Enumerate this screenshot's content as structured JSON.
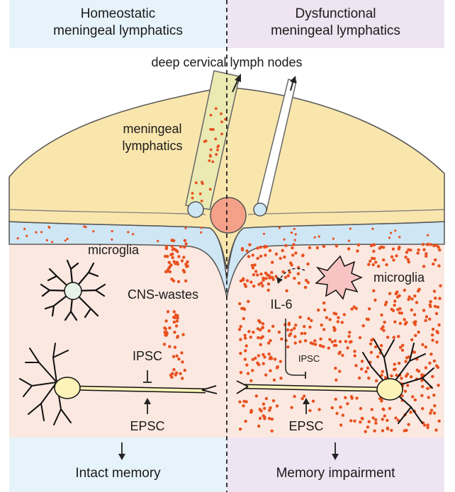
{
  "headers": {
    "left": [
      "Homeostatic",
      "meningeal lymphatics"
    ],
    "right": [
      "Dysfunctional",
      "meningeal lymphatics"
    ]
  },
  "top_label": "deep cervical lymph nodes",
  "left_panel": {
    "vessel_label": [
      "meningeal",
      "lymphatics"
    ],
    "microglia": "microglia",
    "wastes": "CNS-wastes",
    "ipsc": "IPSC",
    "epsc": "EPSC",
    "outcome": "Intact memory"
  },
  "right_panel": {
    "microglia": "microglia",
    "cytokine": "IL-6",
    "ipsc": "IPSC",
    "epsc": "EPSC",
    "outcome": "Memory impairment"
  },
  "colors": {
    "header_left": "#e6f3fb",
    "header_right": "#efe4f1",
    "meninges": "#f9e6ad",
    "csf_layer": "#cfe6f4",
    "brain": "#fbe8e0",
    "waste_dots": "#e8501e",
    "vessel": "#f5a189",
    "neuron": "#fdf3b8",
    "microglia_healthy": "#e6f3e6",
    "microglia_activated": "#f7c3c3"
  }
}
